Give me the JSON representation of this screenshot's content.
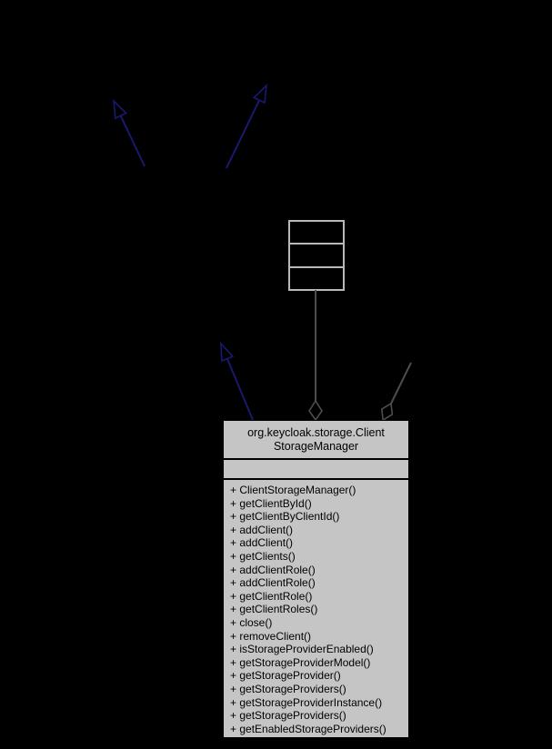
{
  "diagram": {
    "background_color": "#000000",
    "colors": {
      "node_fill": "#c5c5c5",
      "node_border": "#000000",
      "inheritance_arrow": "#191970",
      "aggregation_line": "#4d4d4d",
      "empty_node_border": "#b9b9b9",
      "text": "#000000"
    },
    "class_node": {
      "title_lines": [
        "org.keycloak.storage.Client",
        "StorageManager"
      ],
      "attributes_text": "",
      "methods": [
        "+ ClientStorageManager()",
        "+ getClientById()",
        "+ getClientByClientId()",
        "+ addClient()",
        "+ addClient()",
        "+ getClients()",
        "+ addClientRole()",
        "+ addClientRole()",
        "+ getClientRole()",
        "+ getClientRoles()",
        "+ close()",
        "+ removeClient()",
        "+ isStorageProviderEnabled()",
        "+ getStorageProviderModel()",
        "+ getStorageProvider()",
        "+ getStorageProviders()",
        "+ getStorageProviderInstance()",
        "+ getStorageProviders()",
        "+ getEnabledStorageProviders()"
      ]
    }
  }
}
